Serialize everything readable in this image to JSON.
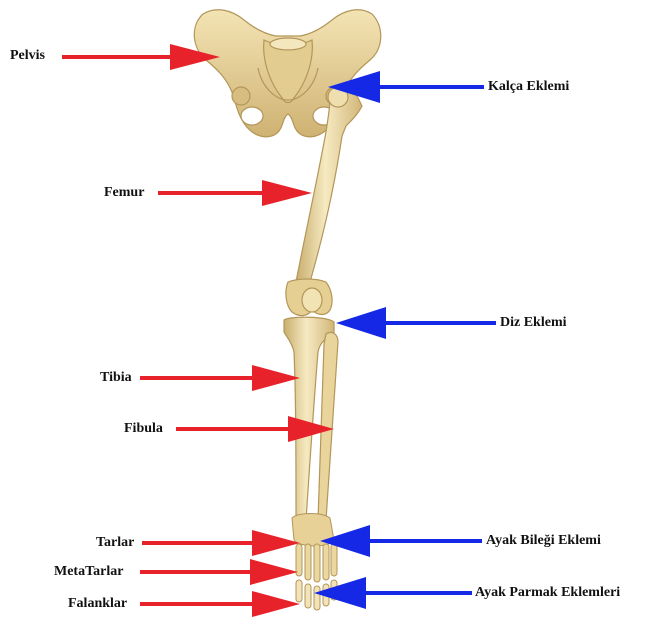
{
  "colors": {
    "bone": "#ecd9a4",
    "bone_shadow": "#c7ad6f",
    "bone_outline": "#b39659",
    "bone_light": "#f8efcc",
    "red_arrow": "#e8222a",
    "blue_arrow": "#1428e6",
    "text": "#111111"
  },
  "labels": {
    "left": {
      "pelvis": "Pelvis",
      "femur": "Femur",
      "tibia": "Tibia",
      "fibula": "Fibula",
      "tarlar": "Tarlar",
      "metatarlar": "MetaTarlar",
      "falanklar": "Falanklar"
    },
    "right": {
      "kalca": "Kalça Eklemi",
      "diz": "Diz Eklemi",
      "ayak_bilegi": "Ayak Bileği Eklemi",
      "ayak_parmak": "Ayak Parmak Eklemleri"
    }
  },
  "arrows": {
    "left_color": "red",
    "right_color": "blue",
    "left_icon": "red-arrow-right-icon",
    "right_icon": "blue-arrow-left-icon"
  }
}
